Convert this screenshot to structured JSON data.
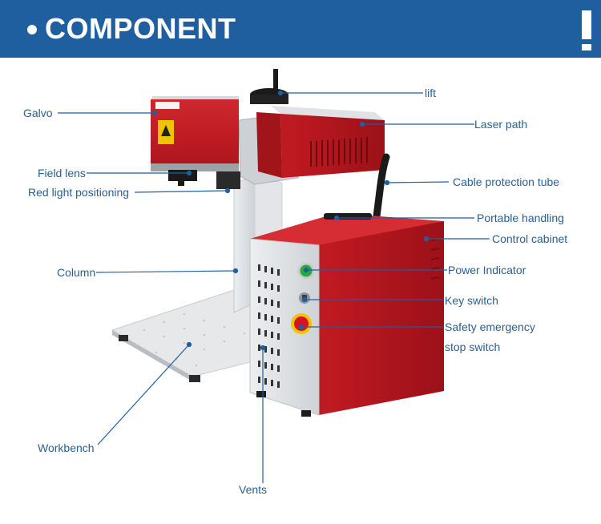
{
  "header": {
    "title": "COMPONENT"
  },
  "colors": {
    "header_bg": "#1f5fa0",
    "label_text": "#2a5f8f",
    "leader_line": "#1f5fa0",
    "machine_red": "#b3161d",
    "machine_silver": "#dcdee1"
  },
  "labels": {
    "galvo": "Galvo",
    "field_lens": "Field lens",
    "red_light_positioning": "Red light positioning",
    "column": "Column",
    "workbench": "Workbench",
    "vents": "Vents",
    "lift": "lift",
    "laser_path": "Laser path",
    "cable_protection_tube": "Cable protection tube",
    "portable_handling": "Portable handling",
    "control_cabinet": "Control cabinet",
    "power_indicator": "Power Indicator",
    "key_switch": "Key switch",
    "safety_emergency_1": "Safety emergency",
    "safety_emergency_2": "stop switch"
  }
}
